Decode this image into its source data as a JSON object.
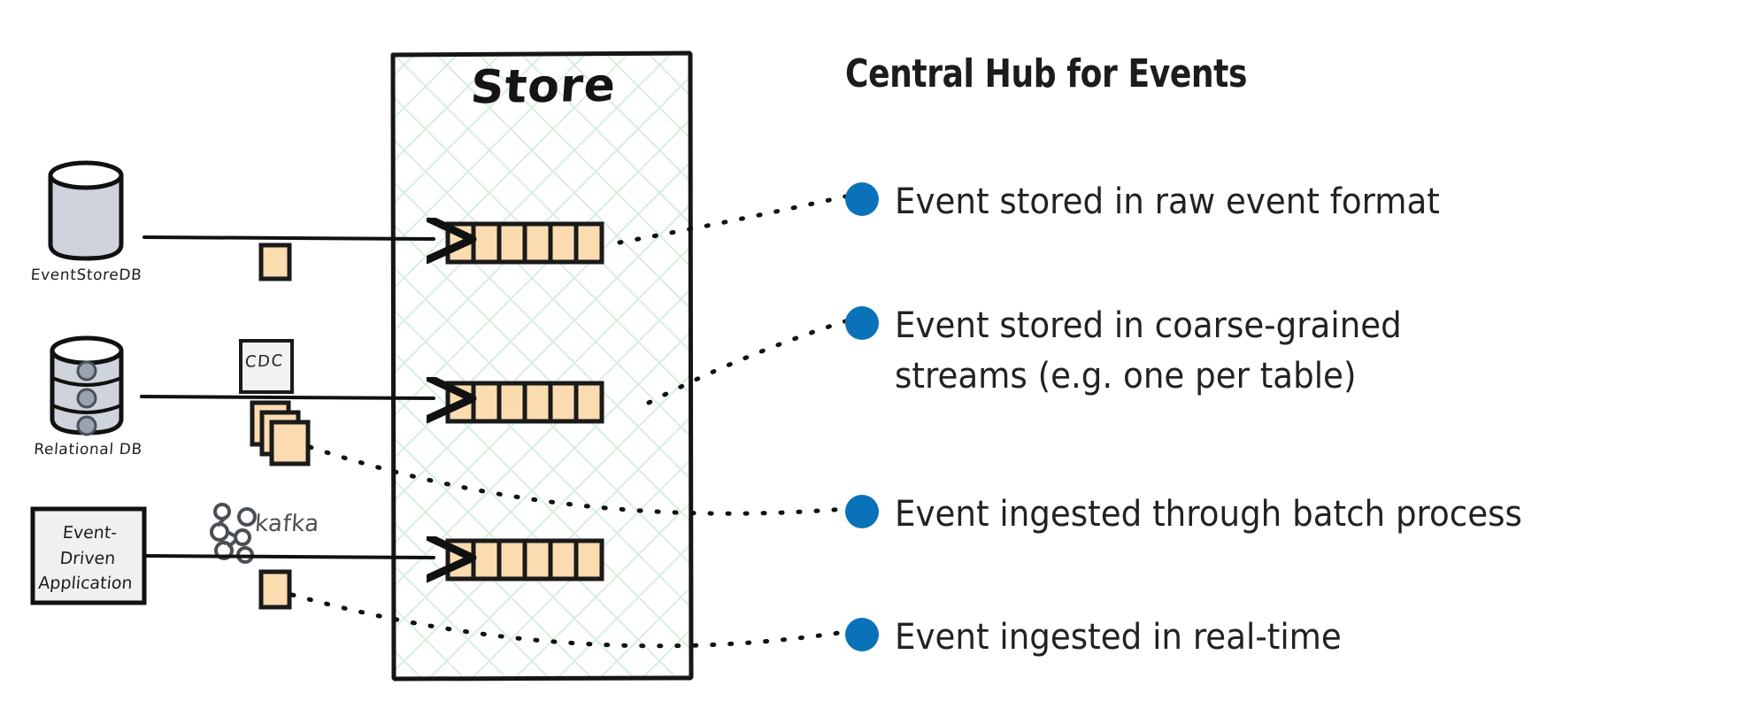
{
  "diagram": {
    "store": {
      "title": "Store",
      "streams": [
        {
          "name": "raw-event-stream",
          "cells": 6
        },
        {
          "name": "coarse-grained-stream",
          "cells": 6
        },
        {
          "name": "realtime-stream",
          "cells": 6
        }
      ]
    },
    "sources": [
      {
        "id": "eventstoredb",
        "label": "EventStoreDB",
        "icon": "cylinder-database-icon"
      },
      {
        "id": "relational-db",
        "label": "Relational DB",
        "icon": "stacked-database-icon"
      },
      {
        "id": "event-driven-app",
        "label": "Event-\nDriven\nApplication",
        "icon": "application-box-icon"
      }
    ],
    "pipeline_badges": [
      {
        "id": "single-event-badge",
        "label": "",
        "icon": "event-card-icon"
      },
      {
        "id": "cdc-badge",
        "label": "CDC",
        "icon": "cdc-box-icon"
      },
      {
        "id": "batch-events-badge",
        "label": "",
        "icon": "stacked-event-cards-icon"
      },
      {
        "id": "kafka-badge",
        "label": "kafka",
        "icon": "kafka-logo-icon"
      },
      {
        "id": "realtime-event-badge",
        "label": "",
        "icon": "event-card-icon"
      }
    ]
  },
  "panel": {
    "title": "Central Hub for Events",
    "bullets": [
      {
        "id": "bullet-raw-format",
        "text": "Event stored in raw event format"
      },
      {
        "id": "bullet-coarse",
        "text": "Event stored in coarse-grained\nstreams (e.g. one per table)"
      },
      {
        "id": "bullet-batch",
        "text": "Event ingested through batch process"
      },
      {
        "id": "bullet-realtime",
        "text": "Event ingested in real-time"
      }
    ]
  },
  "colors": {
    "bullet_blue": "#0a72b9",
    "event_orange": "#fbdcb0",
    "stroke_black": "#1a1a1a",
    "hatch_green": "#d9f0de",
    "db_gray": "#ced3dc",
    "box_gray": "#f0f0f0"
  }
}
